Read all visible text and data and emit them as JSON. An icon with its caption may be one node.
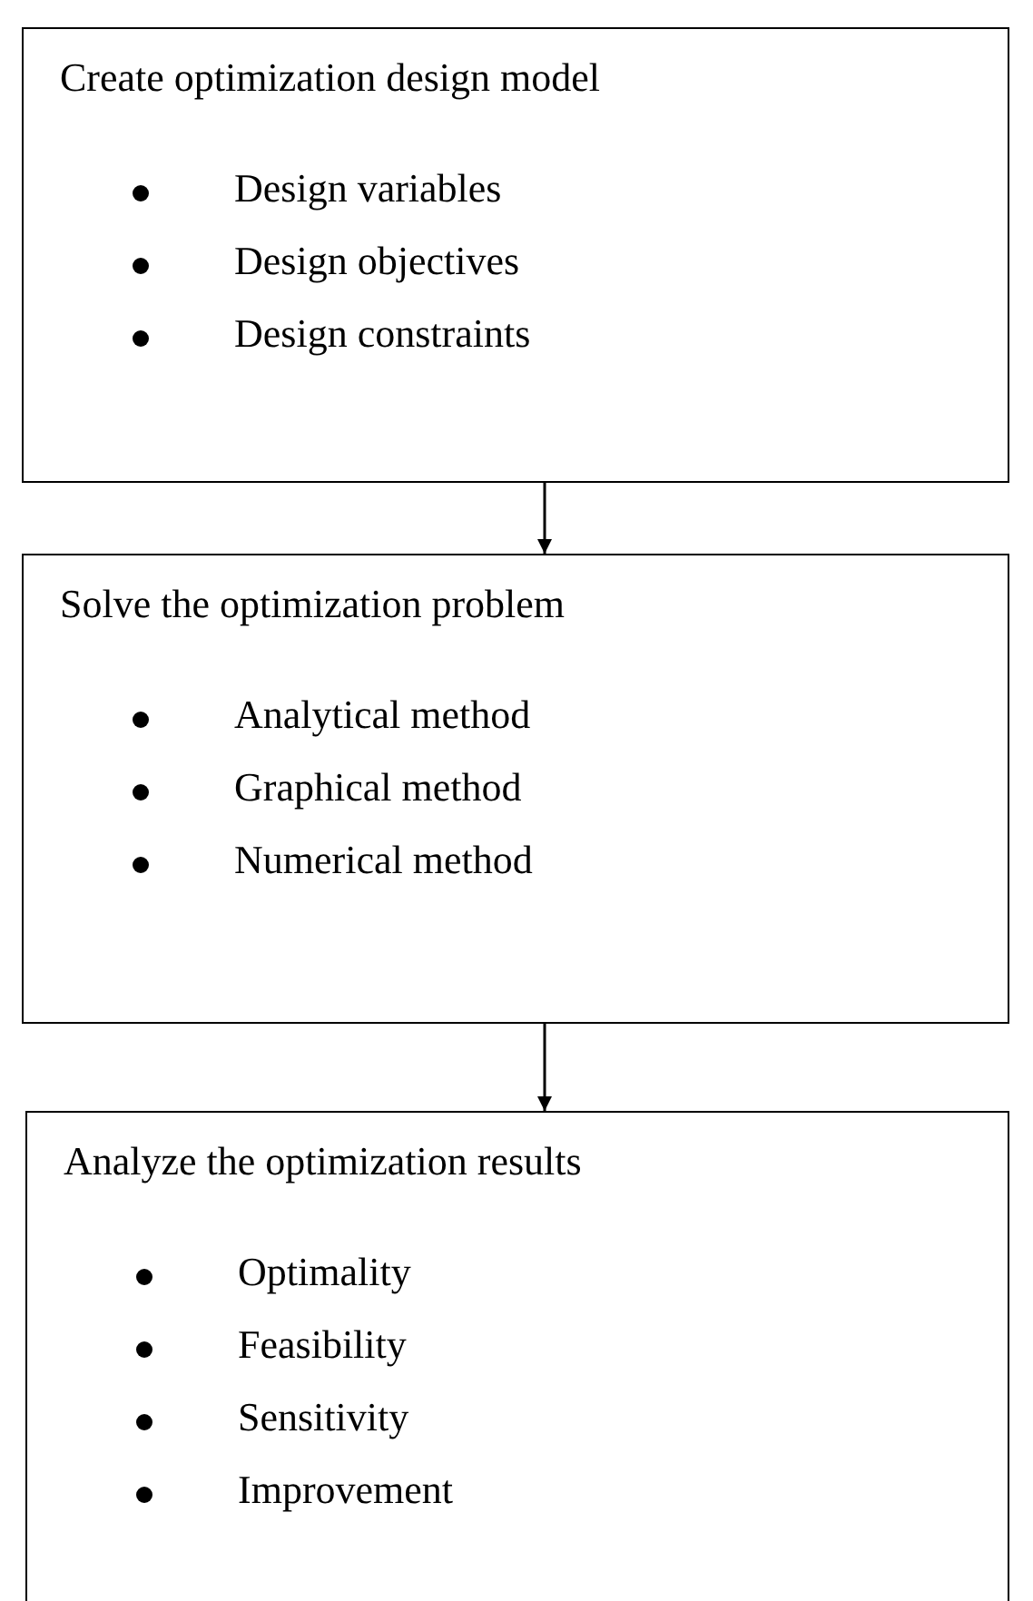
{
  "diagram": {
    "nodes": [
      {
        "text": [
          "Create optimization design model",
          "Design variables",
          "Design objectives",
          "Design constraints"
        ]
      },
      {
        "text": [
          "Solve the optimization problem",
          "Analytical method",
          "Graphical method",
          "Numerical method"
        ]
      },
      {
        "text": [
          "Analyze the optimization results",
          "Optimality",
          "Feasibility",
          "Sensitivity",
          "Improvement"
        ]
      }
    ],
    "edges": [
      {
        "from": 0,
        "to": 1,
        "arrow": "to"
      },
      {
        "from": 1,
        "to": 2,
        "arrow": "to"
      }
    ]
  }
}
